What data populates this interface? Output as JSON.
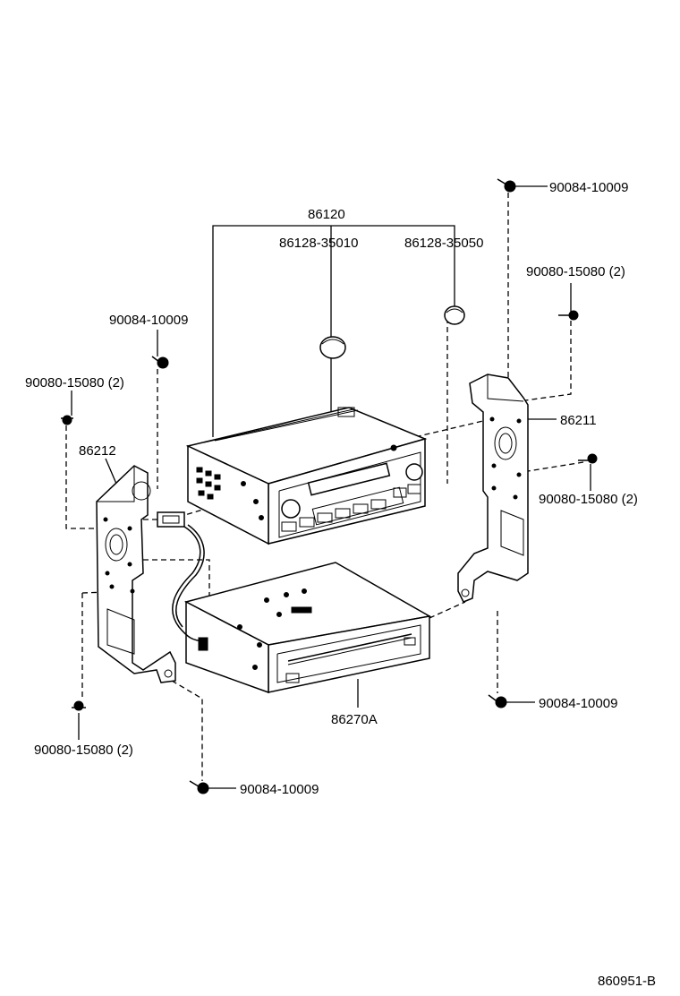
{
  "labels": {
    "radio_assembly": "86120",
    "knob_1": "86128-35010",
    "knob_2": "86128-35050",
    "bracket_right": "86211",
    "bracket_left": "86212",
    "changer": "86270A",
    "screw_top_right": "90084-10009",
    "bolt_right_upper": "90080-15080 (2)",
    "bolt_right_mid": "90080-15080 (2)",
    "screw_left_upper": "90084-10009",
    "bolt_left_upper": "90080-15080 (2)",
    "screw_right_lower": "90084-10009",
    "bolt_left_lower": "90080-15080 (2)",
    "screw_bottom": "90084-10009",
    "drawing_id": "860951-B"
  }
}
